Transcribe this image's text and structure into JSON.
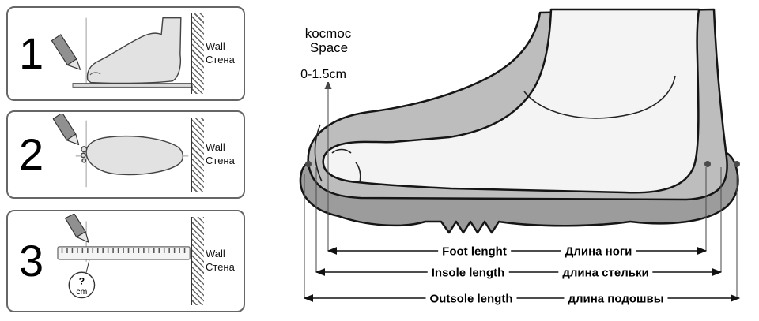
{
  "steps": [
    {
      "number": "1",
      "wall_en": "Wall",
      "wall_ru": "Стена"
    },
    {
      "number": "2",
      "wall_en": "Wall",
      "wall_ru": "Стена"
    },
    {
      "number": "3",
      "wall_en": "Wall",
      "wall_ru": "Стена",
      "bubble_symbol": "?",
      "bubble_unit": "cm"
    }
  ],
  "diagram": {
    "space_line1": "kocmoc",
    "space_line2": "Space",
    "space_range": "0-1.5cm",
    "measurements": [
      {
        "en": "Foot lenght",
        "ru": "Длина ноги"
      },
      {
        "en": "Insole length",
        "ru": "длина стельки"
      },
      {
        "en": "Outsole length",
        "ru": "длина подошвы"
      }
    ]
  },
  "palette": {
    "ink": "#151515",
    "upper": "#bdbdbd",
    "outsole": "#9c9c9c",
    "foot": "#f4f4f4"
  }
}
